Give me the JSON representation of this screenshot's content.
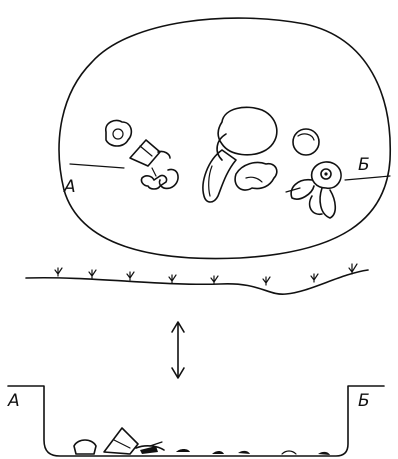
{
  "labels": {
    "plan_left": "А",
    "plan_right": "Б",
    "section_left": "А",
    "section_right": "Б"
  },
  "colors": {
    "ink": "#111111",
    "background": "#ffffff"
  }
}
